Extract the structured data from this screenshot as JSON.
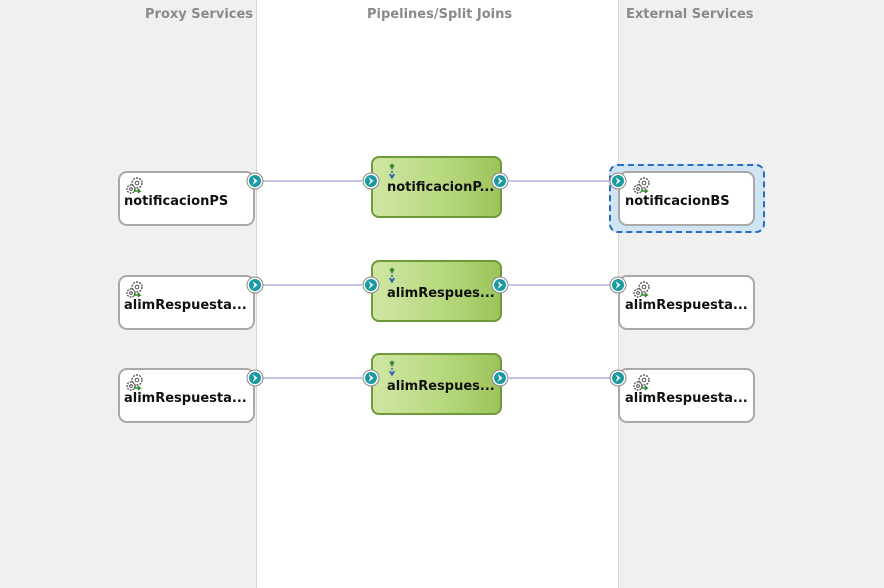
{
  "lanes": {
    "proxy_title": "Proxy Services",
    "pipelines_title": "Pipelines/Split Joins",
    "external_title": "External Services"
  },
  "rows": [
    {
      "proxy": "notificacionPS",
      "pipeline": "notificacionP...",
      "business": "notificacionBS",
      "business_selected": true
    },
    {
      "proxy": "alimRespuesta...",
      "pipeline": "alimRespues...",
      "business": "alimRespuesta...",
      "business_selected": false
    },
    {
      "proxy": "alimRespuesta...",
      "pipeline": "alimRespues...",
      "business": "alimRespuesta...",
      "business_selected": false
    }
  ],
  "colors": {
    "wire": "#c3c3e6",
    "port_fill": "#1a9aa0",
    "pipeline_dark": "#6e9a3a",
    "selection": "#2a6cc0"
  },
  "icons": {
    "service": "gear-icon",
    "pipeline": "pipeline-icon",
    "port": "chevron-right-icon"
  }
}
